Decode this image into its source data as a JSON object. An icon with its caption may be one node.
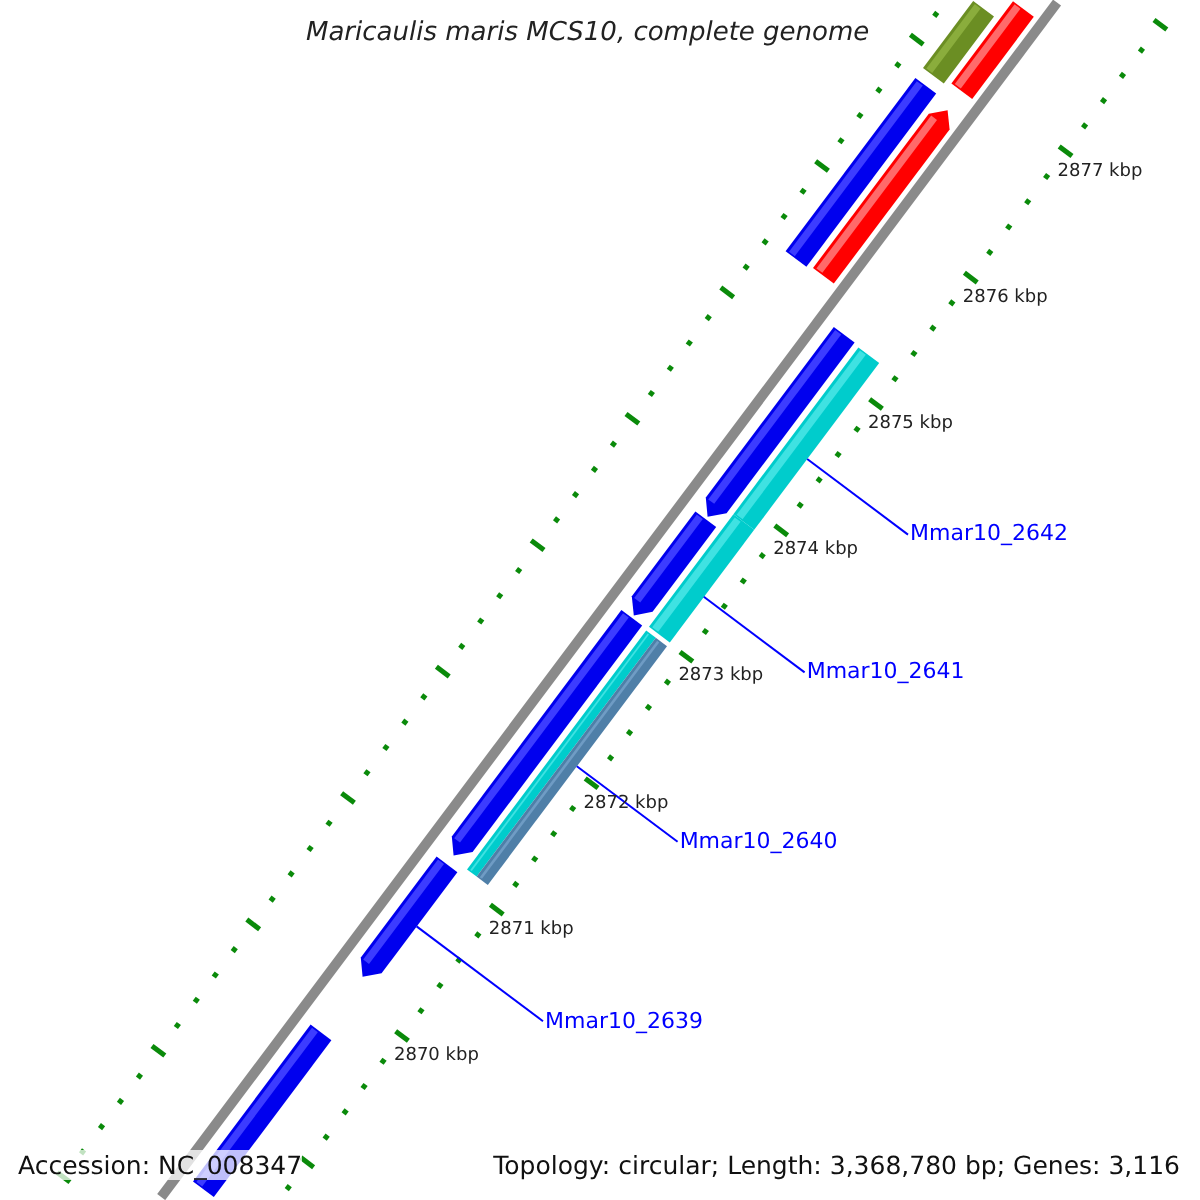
{
  "diagram": {
    "title": "Maricaulis maris MCS10, complete genome",
    "nodes": [
      {
        "text": [],
        "shape": "bar"
      },
      {
        "text": [],
        "shape": "bar"
      },
      {
        "text": [],
        "shape": "bar"
      },
      {
        "text": [],
        "shape": "bar"
      },
      {
        "text": [],
        "shape": "bar"
      },
      {
        "text": [],
        "shape": "bar"
      },
      {
        "text": [
          "Mmar10_2642"
        ]
      },
      {
        "text": [],
        "shape": "bar"
      },
      {
        "text": [],
        "shape": "bar"
      },
      {
        "text": [
          "Mmar10_2641"
        ]
      },
      {
        "text": [],
        "shape": "bar"
      },
      {
        "text": [],
        "shape": "bar"
      },
      {
        "text": [],
        "shape": "bar"
      },
      {
        "text": [
          "Mmar10_2640"
        ]
      },
      {
        "text": [],
        "shape": "bar"
      },
      {
        "text": [
          "Mmar10_2639"
        ]
      },
      {
        "text": [],
        "shape": "bar"
      }
    ],
    "edges": [
      {
        "from": 6,
        "to": 5,
        "arrow": "none"
      },
      {
        "from": 9,
        "to": 8,
        "arrow": "none"
      },
      {
        "from": 13,
        "to": 12,
        "arrow": "none"
      },
      {
        "from": 15,
        "to": 14,
        "arrow": "none"
      }
    ],
    "labels": [
      "2877 kbp",
      "2876 kbp",
      "2875 kbp",
      "2874 kbp",
      "2873 kbp",
      "2872 kbp",
      "2871 kbp",
      "2870 kbp",
      "Accession: NC_008347",
      "Topology: circular; Length: 3,368,780 bp; Genes: 3,116"
    ]
  }
}
